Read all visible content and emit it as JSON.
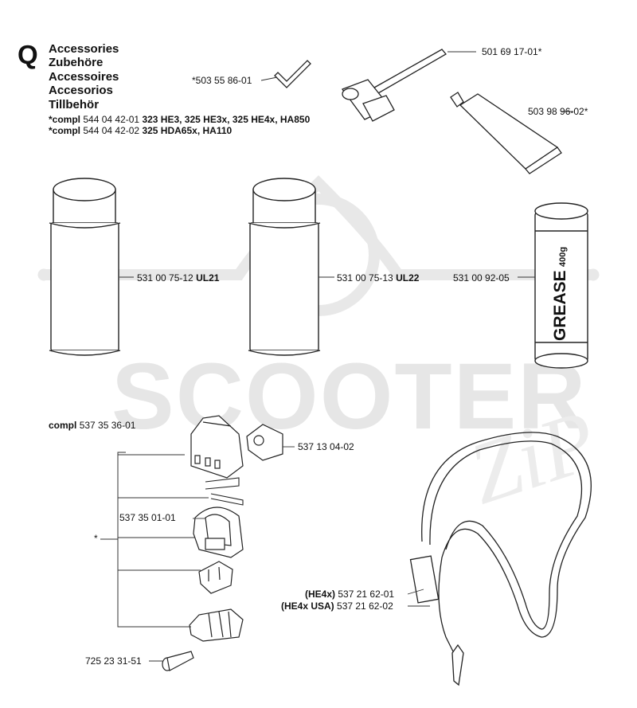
{
  "section_letter": "Q",
  "headings": [
    "Accessories",
    "Zubehöre",
    "Accessoires",
    "Accesorios",
    "Tillbehör"
  ],
  "compl_lines": [
    {
      "prefix": "*compl",
      "part": "544 04 42-01",
      "models": "323 HE3, 325 HE3x, 325 HE4x, HA850"
    },
    {
      "prefix": "*compl",
      "part": "544 04 42-02",
      "models": "325 HDA65x, HA110"
    }
  ],
  "parts": {
    "hex_key": "*503 55 86-01",
    "socket_wrench": "501 69 17-01*",
    "grease_tube": "503 98 96-02*",
    "can1": {
      "part": "531 00 75-12",
      "model": "UL21"
    },
    "can2": {
      "part": "531 00 75-13",
      "model": "UL22"
    },
    "grease_tube_large": "531 00 92-05",
    "holder_kit": {
      "prefix": "compl",
      "part": "537 35 36-01"
    },
    "nut": "537 13 04-02",
    "clamp": "537 35 01-01",
    "screw": "725 23 31-51",
    "bracket_star": "*",
    "strap1": {
      "model": "(HE4x)",
      "part": "537 21 62-01"
    },
    "strap2": {
      "model": "(HE4x USA)",
      "part": "537 21 62-02"
    }
  },
  "grease_label": "GREASE",
  "grease_weight": "400g",
  "watermark": "SCOOTER",
  "watermark_script": "ZiP"
}
